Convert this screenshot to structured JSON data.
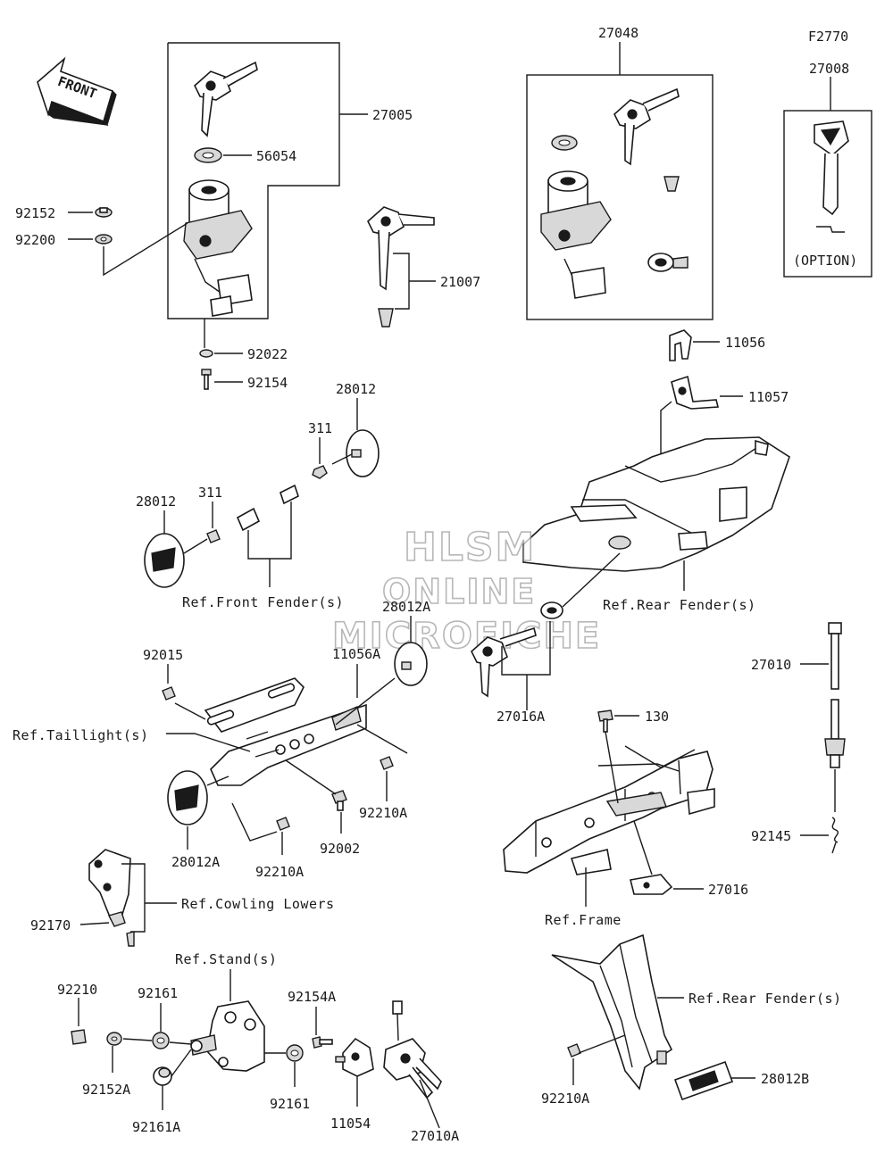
{
  "page_code": "F2770",
  "front_label": "FRONT",
  "watermark": [
    "HLSM",
    "ONLINE",
    "MICROFICHE"
  ],
  "option_label": "(OPTION)",
  "parts": {
    "p27005": "27005",
    "p56054": "56054",
    "p92152": "92152",
    "p92200": "92200",
    "p92022": "92022",
    "p92154": "92154",
    "p21007": "21007",
    "p27048": "27048",
    "p27008": "27008",
    "p11056": "11056",
    "p11057": "11057",
    "p28012_top": "28012",
    "p311_a": "311",
    "p28012_left": "28012",
    "p311_b": "311",
    "p28012A_top": "28012A",
    "p11056A": "11056A",
    "p92015": "92015",
    "p27016A": "27016A",
    "p130": "130",
    "p27010": "27010",
    "p92145": "92145",
    "p27016": "27016",
    "p92210A_a": "92210A",
    "p92002": "92002",
    "p28012A_bot": "28012A",
    "p92210A_b": "92210A",
    "p92170": "92170",
    "p92210": "92210",
    "p92161_a": "92161",
    "p92154A": "92154A",
    "p92152A": "92152A",
    "p92161A": "92161A",
    "p92161_b": "92161",
    "p11054": "11054",
    "p27010A": "27010A",
    "p92210A_c": "92210A",
    "p28012B": "28012B"
  },
  "refs": {
    "front_fender": "Ref.Front Fender(s)",
    "rear_fender_top": "Ref.Rear Fender(s)",
    "taillight": "Ref.Taillight(s)",
    "cowling_lowers": "Ref.Cowling Lowers",
    "frame": "Ref.Frame",
    "stands": "Ref.Stand(s)",
    "rear_fender_bot": "Ref.Rear Fender(s)"
  }
}
